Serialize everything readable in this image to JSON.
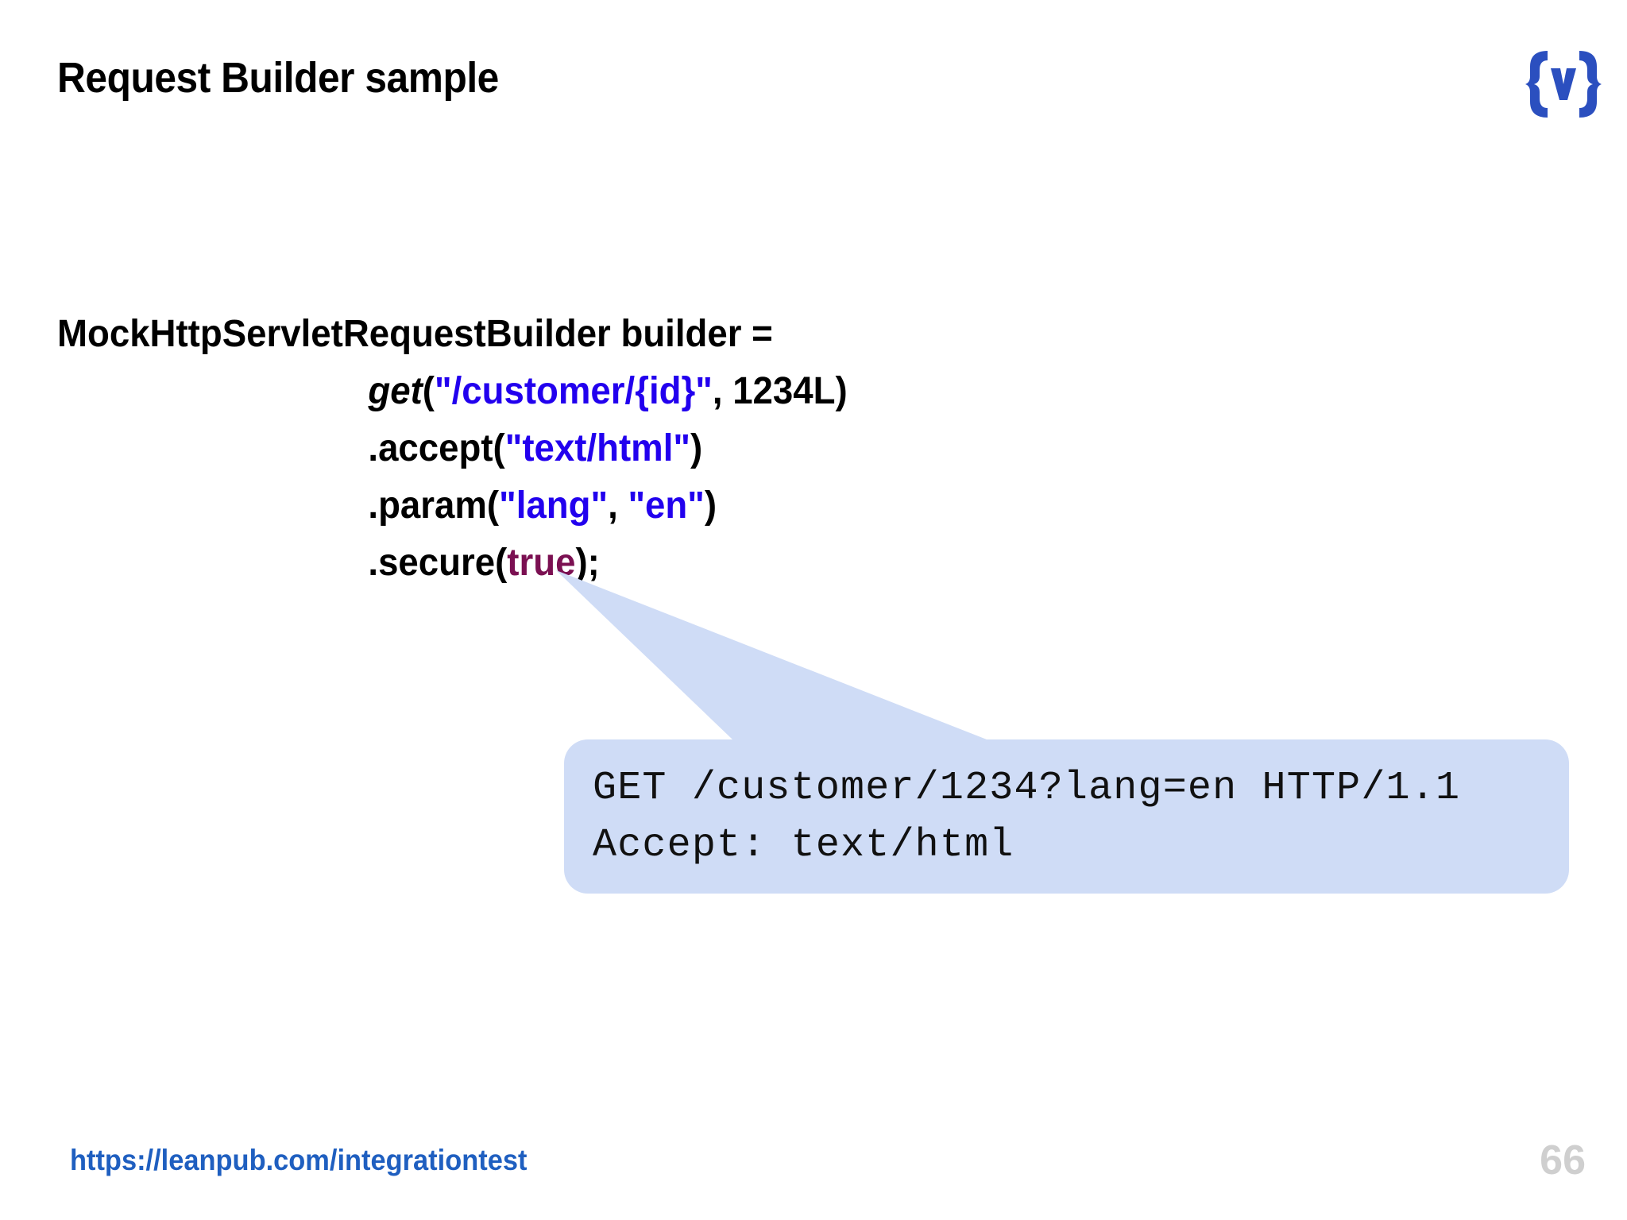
{
  "slide": {
    "title": "Request Builder sample",
    "logo_icon": "paren-y-logo-icon",
    "page_number": "66"
  },
  "code": {
    "language": "java",
    "lines": [
      {
        "indent": false,
        "tokens": [
          {
            "text": "MockHttpServletRequestBuilder builder =",
            "type": "plain"
          }
        ]
      },
      {
        "indent": true,
        "tokens": [
          {
            "text": "get",
            "type": "keyword"
          },
          {
            "text": "(",
            "type": "plain"
          },
          {
            "text": "\"/customer/{id}\"",
            "type": "string"
          },
          {
            "text": ", 1234L)",
            "type": "plain"
          }
        ]
      },
      {
        "indent": true,
        "tokens": [
          {
            "text": ".accept(",
            "type": "plain"
          },
          {
            "text": "\"text/html\"",
            "type": "string"
          },
          {
            "text": ")",
            "type": "plain"
          }
        ]
      },
      {
        "indent": true,
        "tokens": [
          {
            "text": ".param(",
            "type": "plain"
          },
          {
            "text": "\"lang\"",
            "type": "string"
          },
          {
            "text": ", ",
            "type": "plain"
          },
          {
            "text": "\"en\"",
            "type": "string"
          },
          {
            "text": ")",
            "type": "plain"
          }
        ]
      },
      {
        "indent": true,
        "tokens": [
          {
            "text": ".secure(",
            "type": "plain"
          },
          {
            "text": "true",
            "type": "boolean"
          },
          {
            "text": ");",
            "type": "plain"
          }
        ]
      }
    ]
  },
  "callout": {
    "lines": [
      "GET /customer/1234?lang=en HTTP/1.1",
      "Accept: text/html"
    ]
  },
  "footer": {
    "link_text": "https://leanpub.com/integrationtest"
  },
  "colors": {
    "string": "#2200EE",
    "boolean": "#7B1052",
    "plain": "#000000",
    "callout_bg": "#CFDCF6",
    "link": "#1F5FC0",
    "page_number": "#CFCFCF",
    "logo": "#2B4FBF",
    "background": "#FFFFFF"
  }
}
